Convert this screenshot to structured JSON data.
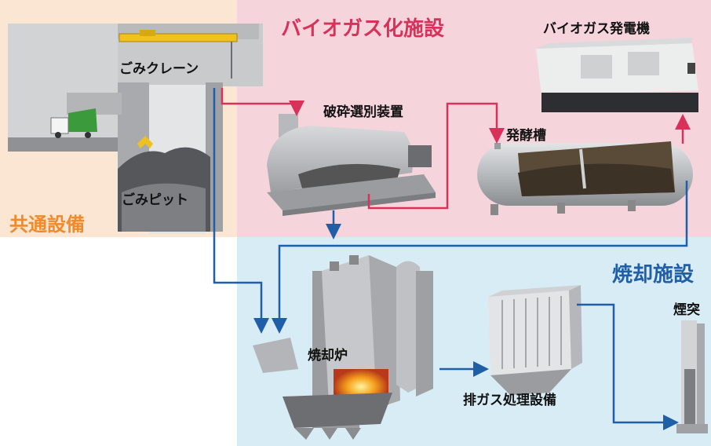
{
  "sections": {
    "common": "共通設備",
    "biogas": "バイオガス化施設",
    "incineration": "焼却施設"
  },
  "labels": {
    "crane": "ごみクレーン",
    "pit": "ごみピット",
    "crusher": "破砕選別装置",
    "fermenter": "発酵槽",
    "generator": "バイオガス発電機",
    "furnace": "焼却炉",
    "gas_treatment": "排ガス処理設備",
    "chimney": "煙突"
  },
  "colors": {
    "common_bg": "#fbe6d3",
    "biogas_bg": "#f6d4dc",
    "incineration_bg": "#d8ecf6",
    "red_flow": "#d8325a",
    "blue_flow": "#1f5fa8"
  }
}
